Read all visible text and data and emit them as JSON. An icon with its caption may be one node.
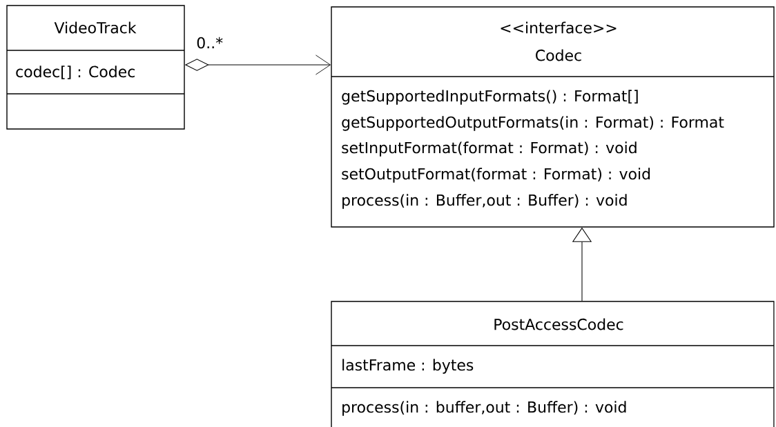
{
  "diagram": {
    "nodes": [
      {
        "text": [
          "VideoTrack",
          "codec[] : Codec"
        ]
      },
      {
        "text": [
          "<<interface>>",
          "Codec",
          "getSupportedInputFormats() : Format[]",
          "getSupportedOutputFormats(in : Format) : Format",
          "setInputFormat(format : Format) : void",
          "setOutputFormat(format : Format) : void",
          "process(in : Buffer,out : Buffer) : void"
        ]
      },
      {
        "text": [
          "PostAccessCodec",
          "lastFrame : bytes",
          "process(in : buffer,out : Buffer) : void"
        ]
      }
    ],
    "edges": [
      {
        "from": 0,
        "to": 1,
        "arrow": "to",
        "label": "0..*"
      },
      {
        "from": 2,
        "to": 1,
        "arrow": "to"
      }
    ]
  }
}
